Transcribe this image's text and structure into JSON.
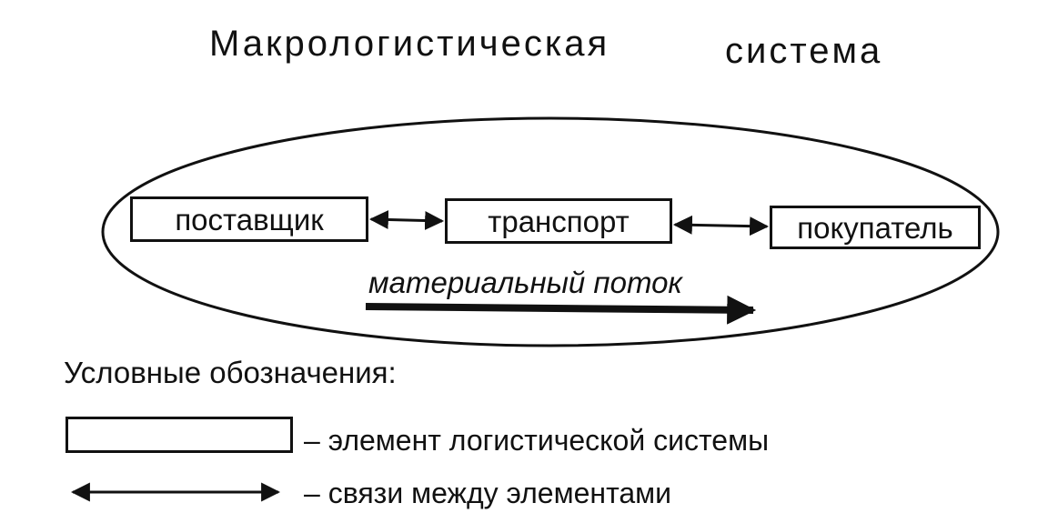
{
  "title": {
    "part1": "Макрологистическая",
    "part2": "система"
  },
  "nodes": {
    "supplier": "поставщик",
    "transport": "транспорт",
    "buyer": "покупатель"
  },
  "flow": {
    "label": "материальный поток"
  },
  "legend": {
    "title": "Условные обозначения:",
    "element_label": "– элемент логистической системы",
    "link_label": "– связи между элементами"
  }
}
